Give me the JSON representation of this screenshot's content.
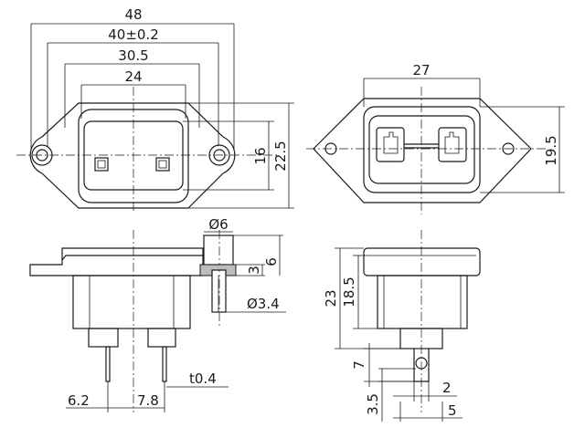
{
  "dimensions": {
    "front_48": "48",
    "front_40": "40±0.2",
    "front_30_5": "30.5",
    "front_24": "24",
    "front_16": "16",
    "front_22_5": "22.5",
    "back_27": "27",
    "back_19_5": "19.5",
    "side_phi6": "Ø6",
    "side_3": "3",
    "side_6": "6",
    "side_phi3_4": "Ø3.4",
    "side_t0_4": "t0.4",
    "side_6_2": "6.2",
    "side_7_8": "7.8",
    "right_23": "23",
    "right_18_5": "18.5",
    "right_7": "7",
    "right_3_5": "3.5",
    "right_2": "2",
    "right_5": "5"
  }
}
